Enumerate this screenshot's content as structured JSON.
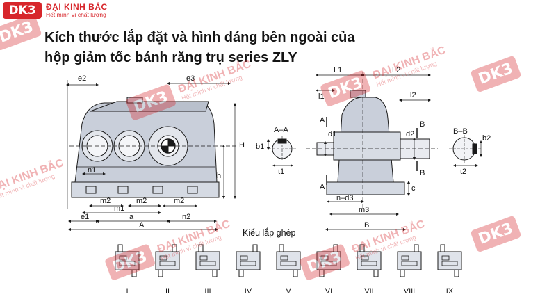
{
  "logo": {
    "mark": "DK3",
    "name": "ĐẠI KINH BẮC",
    "slogan": "Hết mình vì chất lượng"
  },
  "title": {
    "line1": "Kích thước lắp đặt và hình dáng bên ngoài của",
    "line2": "hộp giảm tốc bánh răng trụ series ZLY"
  },
  "front_view": {
    "labels": {
      "e2": "e2",
      "e3": "e3",
      "H": "H",
      "h": "h",
      "n1": "n1",
      "m2": "m2",
      "m1": "m1",
      "e1": "e1",
      "a": "a",
      "n2": "n2",
      "A": "A"
    }
  },
  "section_aa": {
    "title": "A–A",
    "b1": "b1",
    "t1": "t1"
  },
  "side_view": {
    "labels": {
      "L1": "L1",
      "L2": "L2",
      "l1": "l1",
      "l2": "l2",
      "d1": "d1",
      "d2": "d2",
      "A_top": "A",
      "A_bottom": "A",
      "B_top": "B",
      "B_bottom": "B",
      "c": "c",
      "n_d3": "n–d3",
      "m3": "m3",
      "B": "B"
    }
  },
  "section_bb": {
    "title": "B–B",
    "b2": "b2",
    "t2": "t2"
  },
  "mounting": {
    "title": "Kiểu lắp ghép",
    "types": [
      "I",
      "II",
      "III",
      "IV",
      "V",
      "VI",
      "VII",
      "VIII",
      "IX"
    ]
  },
  "colors": {
    "brand": "#d7262b",
    "body": "#c9cfda",
    "line": "#1a1a1a"
  },
  "watermark": {
    "mark": "DK3",
    "name": "ĐẠI KINH BẮC",
    "slogan": "Hết mình vì chất lượng"
  }
}
